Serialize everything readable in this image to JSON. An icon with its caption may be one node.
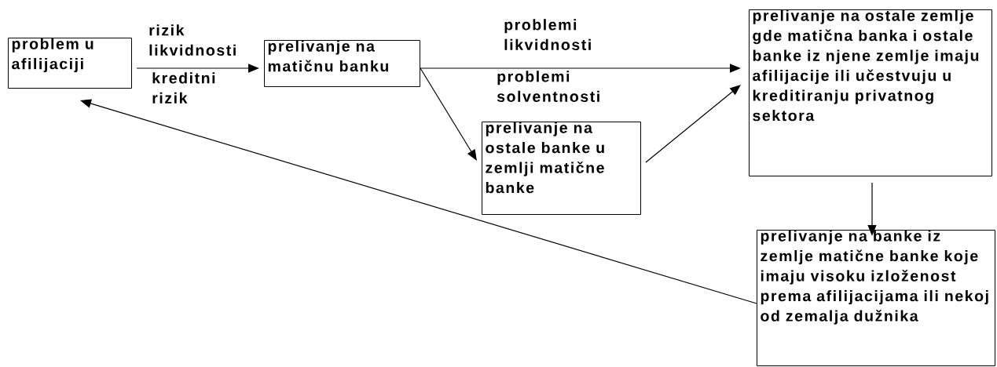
{
  "diagram": {
    "nodes": [
      {
        "text": [
          "problem u afilijaciji"
        ]
      },
      {
        "text": [
          "prelivanje na matičnu banku"
        ]
      },
      {
        "text": [
          "prelivanje na ostale banke u zemlji matične banke"
        ]
      },
      {
        "text": [
          "prelivanje na ostale zemlje gde matična banka i ostale banke iz njene zemlje imaju afilijacije ili učestvuju u kreditiranju privatnog sektora"
        ]
      },
      {
        "text": [
          "prelivanje na banke iz zemlje matične banke koje imaju visoku izloženost prema afilijacijama ili nekoj od zemalja dužnika"
        ]
      }
    ],
    "edges": [
      {
        "from": 0,
        "to": 1,
        "arrow": "to",
        "label": "rizik likvidnosti"
      },
      {
        "from": 1,
        "to": 3,
        "arrow": "to",
        "label": "problemi likvidnosti"
      },
      {
        "from": 1,
        "to": 2,
        "arrow": "to"
      },
      {
        "from": 2,
        "to": 3,
        "arrow": "to"
      },
      {
        "from": 3,
        "to": 4,
        "arrow": "to"
      },
      {
        "from": 4,
        "to": 0,
        "arrow": "to"
      }
    ],
    "labels": [
      "kreditni rizik",
      "problemi solventnosti"
    ]
  }
}
